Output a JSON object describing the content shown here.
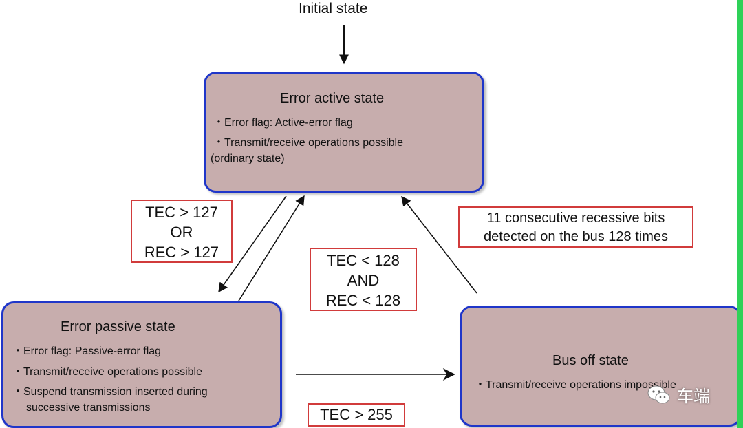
{
  "initial_label": "Initial state",
  "states": {
    "active": {
      "title": "Error active state",
      "bullet1": "・Error flag: Active-error flag",
      "bullet2": "・Transmit/receive operations possible",
      "bullet3": "(ordinary state)"
    },
    "passive": {
      "title": "Error passive state",
      "bullet1": "・Error flag: Passive-error flag",
      "bullet2": "・Transmit/receive operations possible",
      "bullet3": "・Suspend transmission inserted during",
      "bullet4": "successive transmissions"
    },
    "busoff": {
      "title": "Bus off state",
      "bullet1": "・Transmit/receive operations impossible"
    }
  },
  "conditions": {
    "to_passive": {
      "line1": "TEC > 127",
      "line2": "OR",
      "line3": "REC > 127"
    },
    "to_active": {
      "line1": "TEC < 128",
      "line2": "AND",
      "line3": "REC < 128"
    },
    "recover": {
      "line1": "11 consecutive recessive bits",
      "line2": "detected on the bus 128 times"
    },
    "to_busoff": {
      "line1": "TEC > 255"
    }
  },
  "watermark": {
    "text": "车端",
    "icon": "wechat-icon"
  },
  "colors": {
    "state_fill": "#c7adad",
    "state_border": "#1f36c9",
    "cond_border": "#d13b3b",
    "edge_bar": "#2fd158"
  }
}
